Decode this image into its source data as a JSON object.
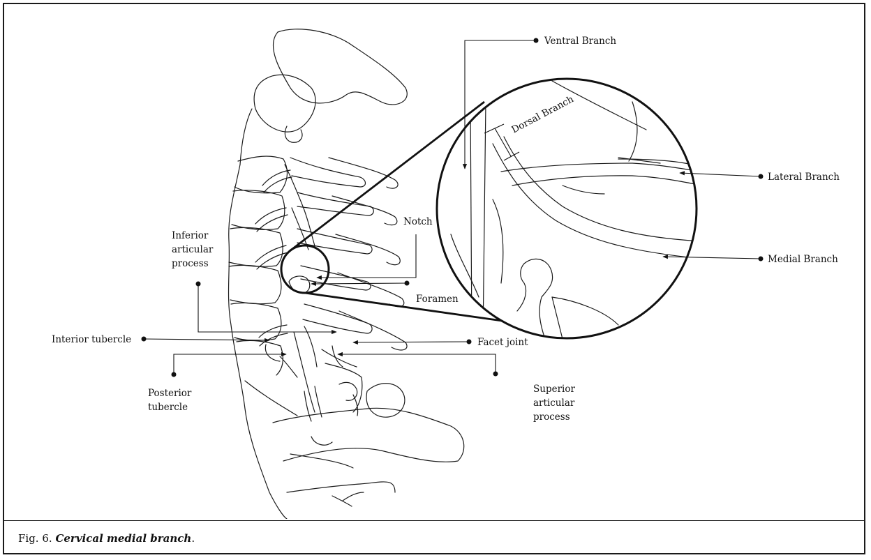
{
  "labels": {
    "ventral_branch": "Ventral Branch",
    "dorsal_branch": "Dorsal Branch",
    "lateral_branch": "Lateral Branch",
    "medial_branch": "Medial Branch",
    "notch": "Notch",
    "inferior_articular_process": [
      "Inferior",
      "articular",
      "process"
    ],
    "foramen": "Foramen",
    "interior_tubercle": "Interior tubercle",
    "facet_joint": "Facet joint",
    "posterior_tubercle": [
      "Posterior",
      "tubercle"
    ],
    "superior_articular_process": [
      "Superior",
      "articular",
      "process"
    ]
  },
  "caption": {
    "prefix": "Fig. 6.",
    "title": "Cervical medial branch",
    "suffix": "."
  }
}
